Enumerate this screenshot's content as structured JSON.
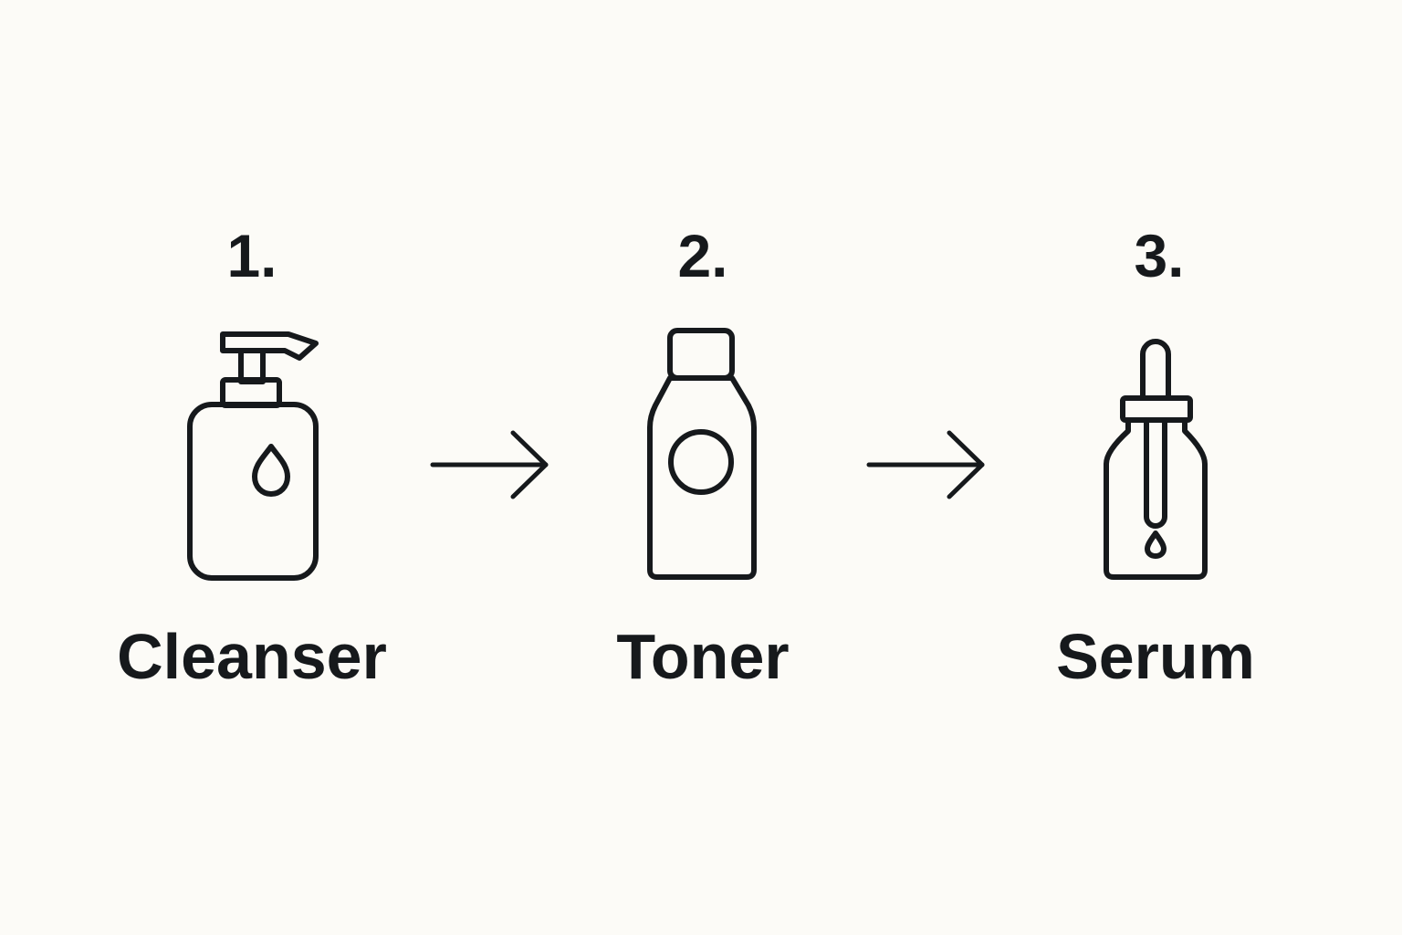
{
  "steps": [
    {
      "number": "1.",
      "label": "Cleanser",
      "icon": "pump-bottle-icon"
    },
    {
      "number": "2.",
      "label": "Toner",
      "icon": "toner-bottle-icon"
    },
    {
      "number": "3.",
      "label": "Serum",
      "icon": "dropper-bottle-icon"
    }
  ],
  "connector_icon": "arrow-right-icon",
  "colors": {
    "background": "#fcfbf7",
    "ink": "#16191c"
  }
}
